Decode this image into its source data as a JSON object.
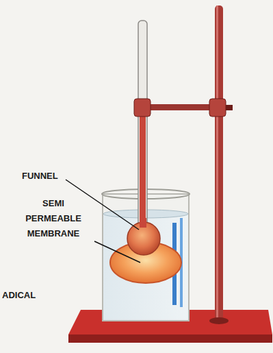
{
  "diagram": {
    "labels": [
      "FUNNEL",
      "SEMI PERMEABLE MEMBRANE",
      "ADICAL"
    ]
  }
}
